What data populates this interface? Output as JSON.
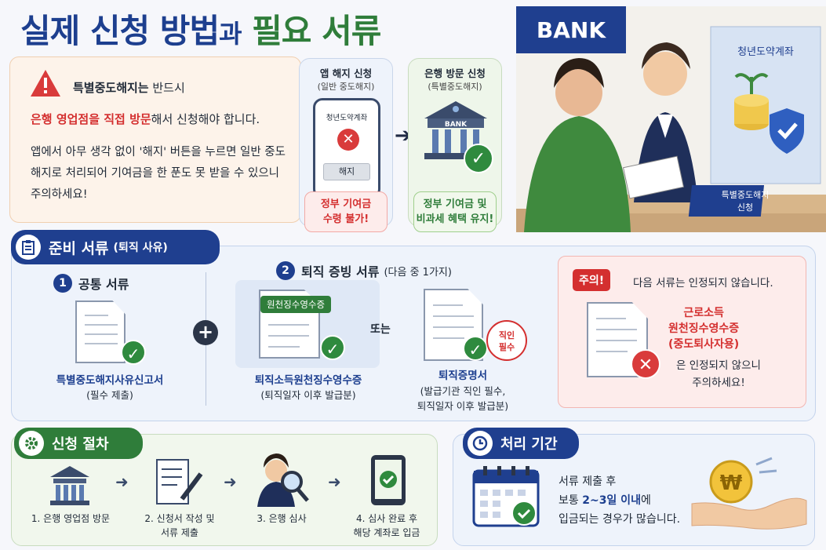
{
  "title": {
    "part1": "실제 신청 방법",
    "part2": "과",
    "part3": "필요 서류"
  },
  "warning": {
    "line1_bold": "특별중도해지는",
    "line1_rest": " 반드시",
    "line2_red": "은행 영업점을 직접 방문",
    "line2_rest": "해서 신청해야 합니다.",
    "body": "앱에서 아무 생각 없이 '해지' 버튼을 누르면 일반 중도해지로 처리되어 기여금을 한 푼도 못 받을 수 있으니 주의하세요!"
  },
  "app_card": {
    "heading": "앱 해지 신청",
    "sub": "(일반 중도해지)",
    "phone_title": "청년도약계좌",
    "phone_button": "해지",
    "result_line1": "정부 기여금",
    "result_line2": "수령 불가!"
  },
  "bank_card": {
    "heading": "은행 방문 신청",
    "sub": "(특별중도해지)",
    "bank_sign": "BANK",
    "result_line1": "정부 기여금 및",
    "result_line2": "비과세 혜택 유지!"
  },
  "scene": {
    "bank_sign": "BANK",
    "poster": "청년도약계좌",
    "desk_sign_line1": "특별중도해지",
    "desk_sign_line2": "신청"
  },
  "prep": {
    "tag": "준비 서류",
    "tag_small": "(퇴직 사유)",
    "sec1_num": "1",
    "sec1_title": "공통 서류",
    "sec1_doc_label": "특별중도해지사유신고서",
    "sec1_doc_note": "(필수 제출)",
    "sec2_num": "2",
    "sec2_title": "퇴직 증빙 서류",
    "sec2_title_small": "(다음 중 1가지)",
    "doc_a_tag": "원천징수영수증",
    "doc_a_label": "퇴직소득원천징수영수증",
    "doc_a_note": "(퇴직일자 이후 발급분)",
    "or": "또는",
    "doc_b_stamp_line1": "직인",
    "doc_b_stamp_line2": "필수",
    "doc_b_label": "퇴직증명서",
    "doc_b_note_line1": "(발급기관 직인 필수,",
    "doc_b_note_line2": "퇴직일자 이후 발급분)"
  },
  "caution": {
    "tag": "주의!",
    "heading": "다음 서류는 인정되지 않습니다.",
    "red_line1": "근로소득",
    "red_line2": "원천징수영수증",
    "red_line3": "(중도퇴사자용)",
    "note_line1": "은 인정되지 않으니",
    "note_line2": "주의하세요!"
  },
  "procedure": {
    "tag": "신청 절차",
    "steps": [
      {
        "line1": "1. 은행 영업점 방문",
        "line2": ""
      },
      {
        "line1": "2. 신청서 작성 및",
        "line2": "서류 제출"
      },
      {
        "line1": "3. 은행 심사",
        "line2": ""
      },
      {
        "line1": "4. 심사 완료 후",
        "line2": "해당 계좌로 입금"
      }
    ]
  },
  "period": {
    "tag": "처리 기간",
    "line1": "서류 제출 후",
    "line2_pre": "보통 ",
    "line2_bold": "2~3일 이내",
    "line2_post": "에",
    "line3": "입금되는 경우가 많습니다."
  },
  "colors": {
    "navy": "#1d3f8f",
    "green": "#2f7d3a",
    "red": "#d42f2f"
  }
}
